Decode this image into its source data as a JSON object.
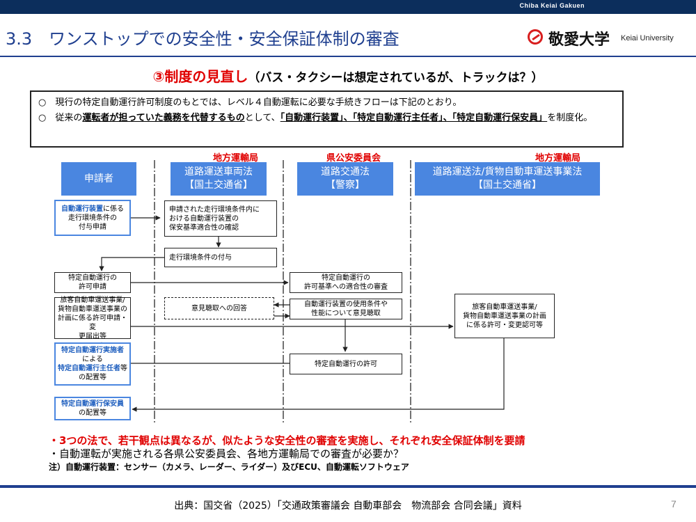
{
  "header": {
    "brand": "Chiba Keiai Gakuen"
  },
  "slide": {
    "title": "3.3　ワンストップでの安全性・安全保証体制の審査",
    "logo_jp": "敬愛大学",
    "logo_en": "Keiai University",
    "subtitle_red": "③制度の見直し",
    "subtitle_black": "（バス・タクシーは想定されているが、トラックは？）"
  },
  "info": {
    "line1": "○　現行の特定自動運行許可制度のもとでは、レベル４自動運転に必要な手続きフローは下記のとおり。",
    "line2_pre": "○　従来の",
    "line2_bold": "運転者が担っていた義務を代替するもの",
    "line2_mid": "として、",
    "line2_bold2": "「自動運行装置」、「特定自動運行主任者」、「特定自動運行保安員」",
    "line2_post": "を制度化。"
  },
  "agencies": {
    "a1": "地方運輸局",
    "a2": "県公安委員会",
    "a3": "地方運輸局"
  },
  "columns": {
    "c0": "申請者",
    "c1a": "道路運送車両法",
    "c1b": "【国土交通省】",
    "c2a": "道路交通法",
    "c2b": "【警察】",
    "c3a": "道路運送法/貨物自動車運送事業法",
    "c3b": "【国土交通省】"
  },
  "flow": {
    "b1_hl": "自動運行装置",
    "b1_rest": "に係る",
    "b1_l2": "走行環境条件の",
    "b1_l3": "付与申請",
    "b2_l1": "申請された走行環境条件内に",
    "b2_l2": "おける自動運行装置の",
    "b2_l3": "保安基準適合性の確認",
    "b3": "走行環境条件の付与",
    "b4_l1": "特定自動運行の",
    "b4_l2": "許可申請",
    "b5_l1": "特定自動運行の",
    "b5_l2": "許可基準への適合性の審査",
    "b6_l1": "旅客自動車運送事業/",
    "b6_l2": "貨物自動車運送事業の",
    "b6_l3": "計画に係る許可申請・変",
    "b6_l4": "更届出等",
    "b7": "意見聴取への回答",
    "b8_l1": "自動運行装置の使用条件や",
    "b8_l2": "性能について意見聴取",
    "b9_l1": "旅客自動車運送事業/",
    "b9_l2": "貨物自動車運送事業の計画",
    "b9_l3": "に係る許可・変更認可等",
    "b10_hl1": "特定自動運行実施者",
    "b10_l2": "による",
    "b10_hl2": "特定自動運行主任者",
    "b10_rest": "等",
    "b10_l4": "の配置等",
    "b11": "特定自動運行の許可",
    "b12_hl": "特定自動運行保安員",
    "b12_l2": "の配置等"
  },
  "notes": {
    "n1": "・3つの法で、若干観点は異なるが、似たような安全性の審査を実施し、それぞれ安全保証体制を要請",
    "n2": "・自動運転が実施される各県公安委員会、各地方運輸局での審査が必要か？",
    "n3": "注）自動運行装置：センサー（カメラ、レーダー、ライダー）及びECU、自動運転ソフトウェア"
  },
  "footer": {
    "source": "出典：国交省（2025）「交通政策審議会 自動車部会　物流部会 合同会議」資料",
    "page": "7"
  },
  "colors": {
    "navy": "#0c2e5c",
    "title_blue": "#1f3f8f",
    "header_blue": "#4a86e0",
    "red": "#e00000"
  }
}
